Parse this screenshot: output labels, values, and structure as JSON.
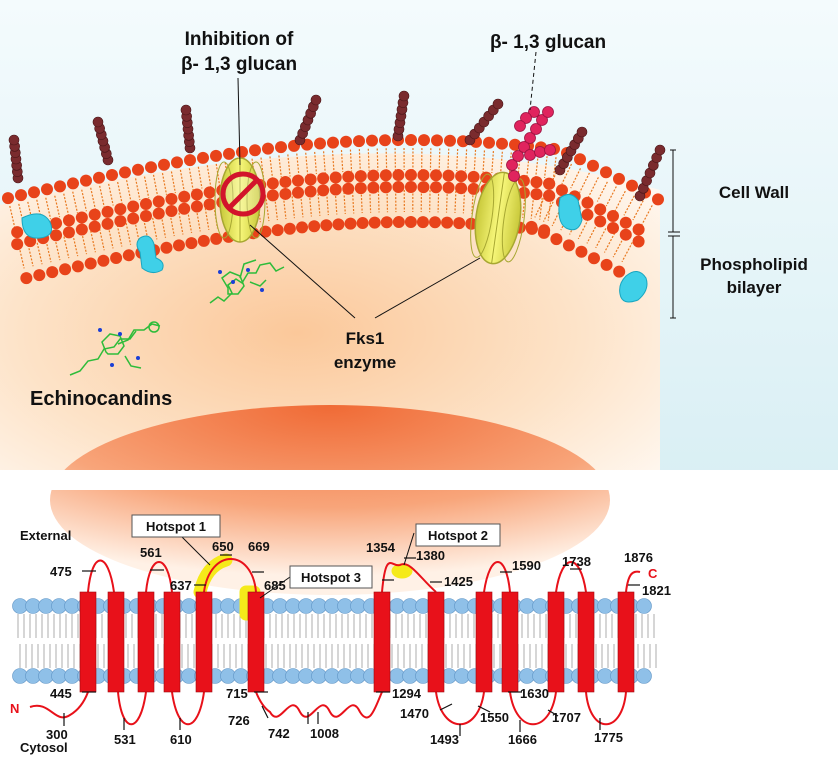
{
  "top_panel": {
    "inhibition_line1": "Inhibition of",
    "inhibition_line2": "β- 1,3 glucan",
    "glucan_label": "β- 1,3 glucan",
    "cell_wall": "Cell Wall",
    "phospholipid_line1": "Phospholipid",
    "phospholipid_line2": "bilayer",
    "fks1_line1": "Fks1",
    "fks1_line2": "enzyme",
    "echinocandins": "Echinocandins"
  },
  "bottom_panel": {
    "external": "External",
    "cytosol": "Cytosol",
    "n_term": "N",
    "c_term": "C",
    "hotspot1": "Hotspot 1",
    "hotspot2": "Hotspot 2",
    "hotspot3": "Hotspot 3",
    "residues": [
      "475",
      "561",
      "637",
      "650",
      "669",
      "685",
      "1354",
      "1380",
      "1425",
      "1590",
      "1738",
      "1876",
      "1821",
      "445",
      "300",
      "531",
      "610",
      "715",
      "726",
      "742",
      "1008",
      "1294",
      "1470",
      "1493",
      "1550",
      "1630",
      "1666",
      "1707",
      "1775"
    ]
  },
  "colors": {
    "lipid_head": "#e8431a",
    "glucan_chain": "#7a2b2e",
    "glucan_pink": "#e0245e",
    "fks1_yellow": "#f2f26a",
    "tm_red": "#e8111a",
    "membrane_blue": "#8fc0e8",
    "hotspot_yellow": "#f5ea1a",
    "cytoplasm": "#fde2c6",
    "sky": "#e6f4f8"
  }
}
